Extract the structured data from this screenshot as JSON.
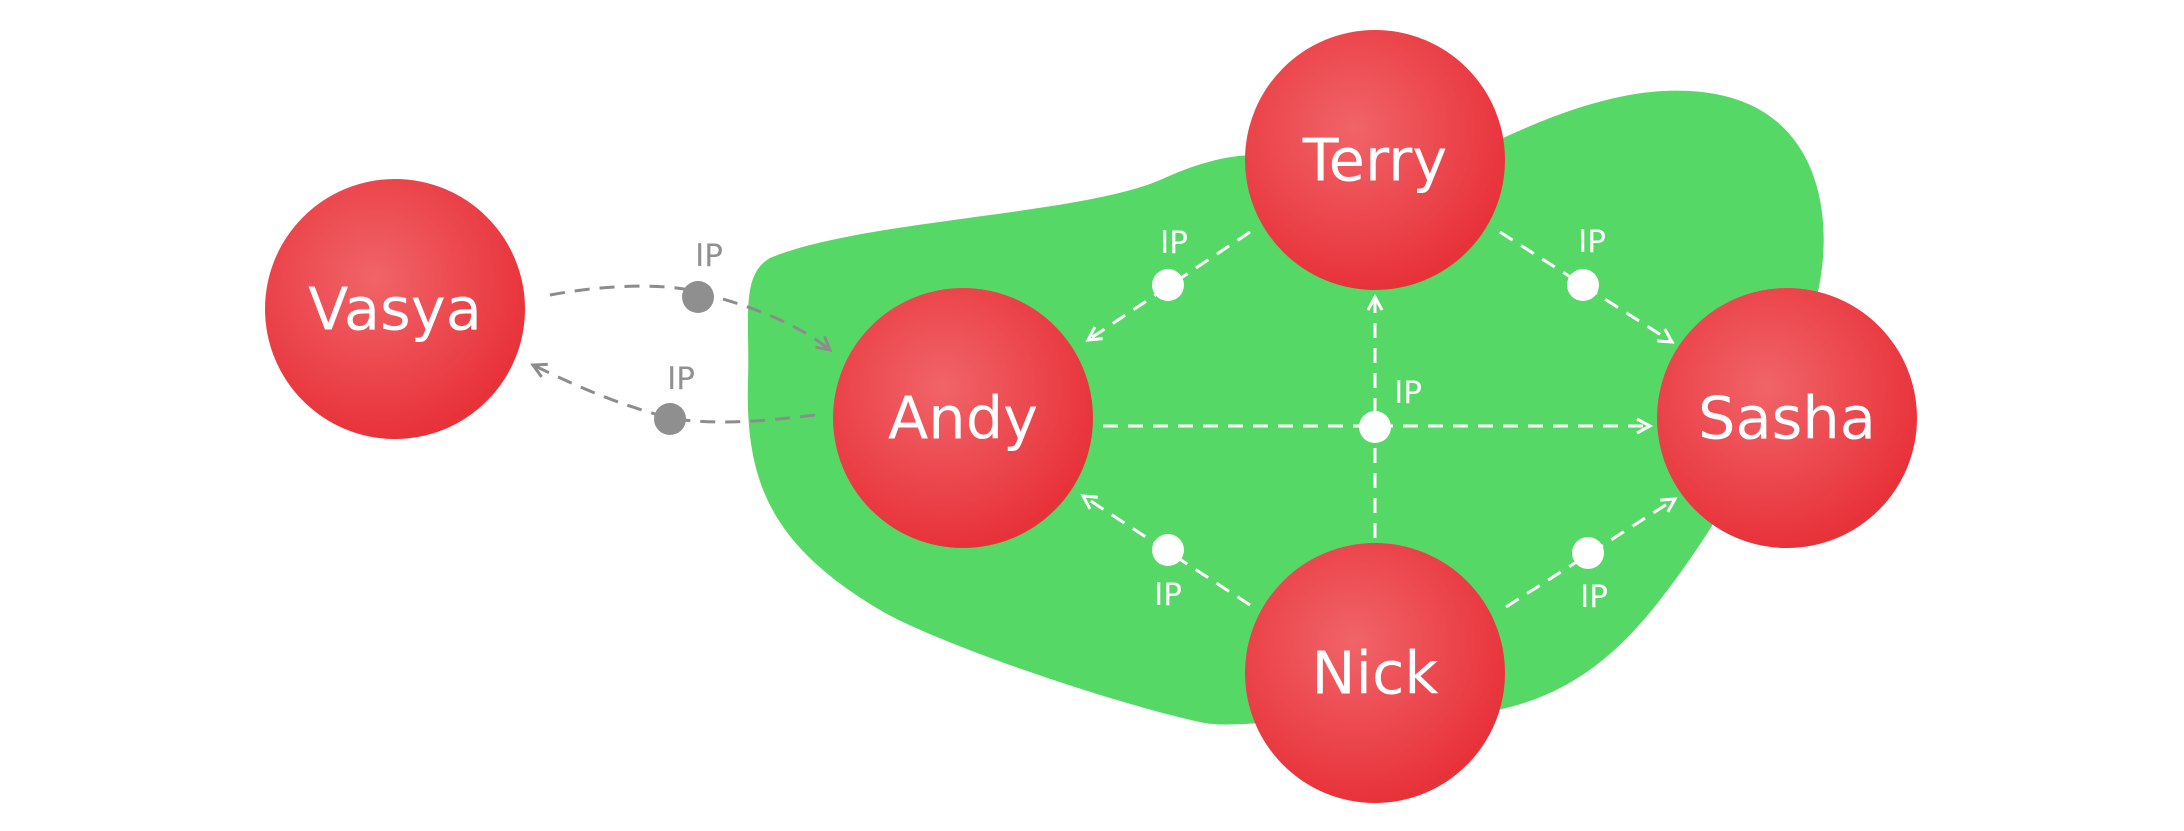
{
  "diagram": {
    "nodes": {
      "vasya": "Vasya",
      "andy": "Andy",
      "terry": "Terry",
      "sasha": "Sasha",
      "nick": "Nick"
    },
    "ip_label": "IP",
    "colors": {
      "network": "#56d866",
      "node": "#e8323a",
      "node_highlight": "#f06468",
      "inner_edge": "#ffffff",
      "outer_edge": "#8c8c8c",
      "outer_dot": "#8f8f8f"
    }
  }
}
